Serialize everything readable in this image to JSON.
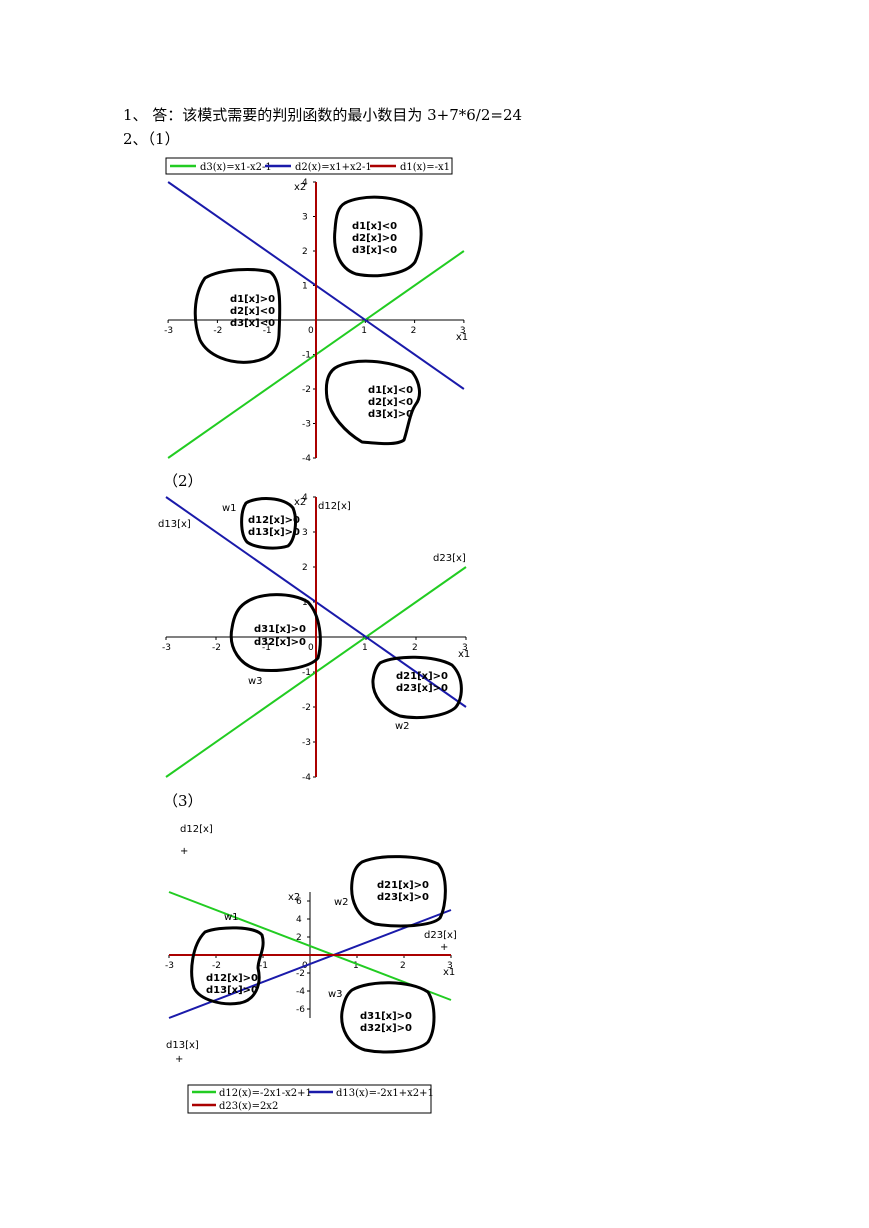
{
  "text": {
    "answer1": "1、 答：该模式需要的判别函数的最小数目为 3+7*6/2=24",
    "answer2": "2、（1）",
    "sub2": "（2）",
    "sub3": "（3）"
  },
  "chart_data": [
    {
      "type": "line",
      "xlim": [
        -3,
        3
      ],
      "ylim": [
        -4,
        4
      ],
      "x_ticks": [
        "-3",
        "-2",
        "-1",
        "0",
        "1",
        "2",
        "3"
      ],
      "y_ticks": [
        "-4",
        "-3",
        "-2",
        "-1",
        "1",
        "2",
        "3",
        "4"
      ],
      "xlabel": "x1",
      "ylabel": "x2",
      "legend_position": "top",
      "series": [
        {
          "name": "d3(x)=x1-x2-1",
          "color": "#22cc22",
          "x": [
            -3,
            3
          ],
          "y": [
            -4,
            2
          ]
        },
        {
          "name": "d2(x)=x1+x2-1",
          "color": "#1a1aaa",
          "x": [
            -3,
            3
          ],
          "y": [
            4,
            -2
          ]
        },
        {
          "name": "d1(x)=-x1",
          "color": "#aa0000",
          "x": [
            0,
            0
          ],
          "y": [
            -4,
            4
          ]
        }
      ],
      "regions": [
        {
          "lines": [
            "d1[x]<0",
            "d2[x]>0",
            "d3[x]<0"
          ]
        },
        {
          "lines": [
            "d1[x]>0",
            "d2[x]<0",
            "d3[x]<0"
          ]
        },
        {
          "lines": [
            "d1[x]<0",
            "d2[x]<0",
            "d3[x]>0"
          ]
        }
      ]
    },
    {
      "type": "line",
      "xlim": [
        -3,
        3
      ],
      "ylim": [
        -4,
        4
      ],
      "x_ticks": [
        "-3",
        "-2",
        "-1",
        "0",
        "1",
        "2",
        "3"
      ],
      "y_ticks": [
        "-4",
        "-3",
        "-2",
        "-1",
        "1",
        "2",
        "3",
        "4"
      ],
      "xlabel": "x1",
      "ylabel": "x2",
      "series": [
        {
          "label": "d23[x]",
          "color": "#22cc22",
          "x": [
            -3,
            3
          ],
          "y": [
            -4,
            2
          ]
        },
        {
          "label": "d13[x]",
          "color": "#1a1aaa",
          "x": [
            -3,
            3
          ],
          "y": [
            4,
            -2
          ]
        },
        {
          "label": "d12[x]",
          "color": "#aa0000",
          "x": [
            0,
            0
          ],
          "y": [
            -4,
            4
          ]
        }
      ],
      "regions": [
        {
          "class": "w1",
          "lines": [
            "d12[x]>0",
            "d13[x]>0"
          ]
        },
        {
          "class": "w3",
          "lines": [
            "d31[x]>0",
            "d32[x]>0"
          ]
        },
        {
          "class": "w2",
          "lines": [
            "d21[x]>0",
            "d23[x]>0"
          ]
        }
      ]
    },
    {
      "type": "line",
      "xlim": [
        -3,
        3
      ],
      "ylim": [
        -7,
        7
      ],
      "x_ticks": [
        "-3",
        "-2",
        "-1",
        "0",
        "1",
        "2",
        "3"
      ],
      "y_ticks": [
        "-6",
        "-4",
        "-2",
        "2",
        "4",
        "6"
      ],
      "xlabel": "x1",
      "ylabel": "x2",
      "legend_position": "bottom",
      "series": [
        {
          "name": "d12(x)=-2x1-x2+1",
          "label": "d12[x]",
          "color": "#22cc22",
          "x": [
            -3,
            3
          ],
          "y": [
            7,
            -5
          ]
        },
        {
          "name": "d13(x)=-2x1+x2+1",
          "label": "d13[x]",
          "color": "#1a1aaa",
          "x": [
            -3,
            3
          ],
          "y": [
            -7,
            5
          ]
        },
        {
          "name": "d23(x)=2x2",
          "label": "d23[x]",
          "color": "#aa0000",
          "x": [
            -3,
            3
          ],
          "y": [
            0,
            0
          ]
        }
      ],
      "markers": [
        "+",
        "+",
        "+"
      ],
      "regions": [
        {
          "class": "w1",
          "lines": [
            "d12[x]>0",
            "d13[x]>0"
          ]
        },
        {
          "class": "w2",
          "lines": [
            "d21[x]>0",
            "d23[x]>0"
          ]
        },
        {
          "class": "w3",
          "lines": [
            "d31[x]>0",
            "d32[x]>0"
          ]
        }
      ]
    }
  ]
}
